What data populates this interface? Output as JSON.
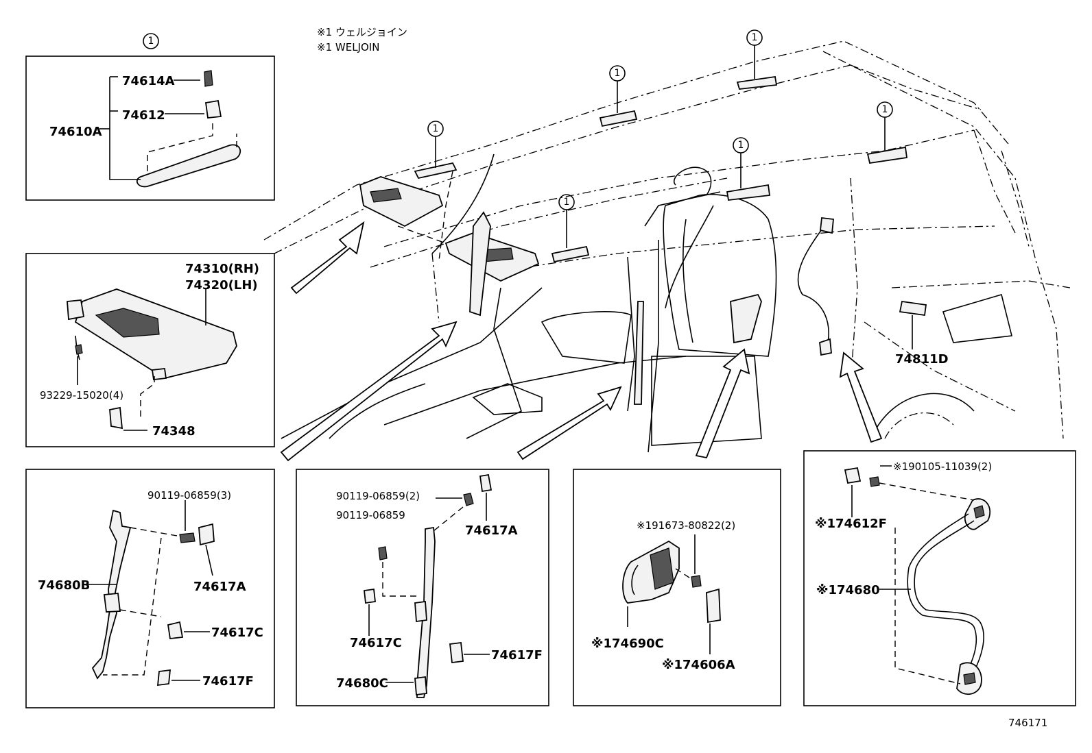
{
  "notes": {
    "line1": "※1 ウェルジョイン",
    "line2": "※1 WELJOIN"
  },
  "diagram_id": "746171",
  "callout_marker": "1",
  "box_grip": {
    "assembly": "74610A",
    "parts": [
      "74614A",
      "74612"
    ]
  },
  "box_visor": {
    "rh": "74310(RH)",
    "lh": "74320(LH)",
    "screw": "93229-15020(4)",
    "holder": "74348"
  },
  "box_apillar": {
    "screw": "90119-06859(3)",
    "grip": "74680B",
    "caps": [
      "74617A",
      "74617C",
      "74617F"
    ]
  },
  "box_bpillar": {
    "screw_top": "90119-06859(2)",
    "screw_mid": "90119-06859",
    "grip": "74680C",
    "caps": [
      "74617A",
      "74617C",
      "74617F"
    ]
  },
  "box_door": {
    "screw": "※191673-80822(2)",
    "handle": "※174690C",
    "cover": "※174606A"
  },
  "box_rear": {
    "screw": "※190105-11039(2)",
    "cap": "※174612F",
    "grip": "※174680"
  },
  "vehicle": {
    "rear_part": "74811D"
  }
}
